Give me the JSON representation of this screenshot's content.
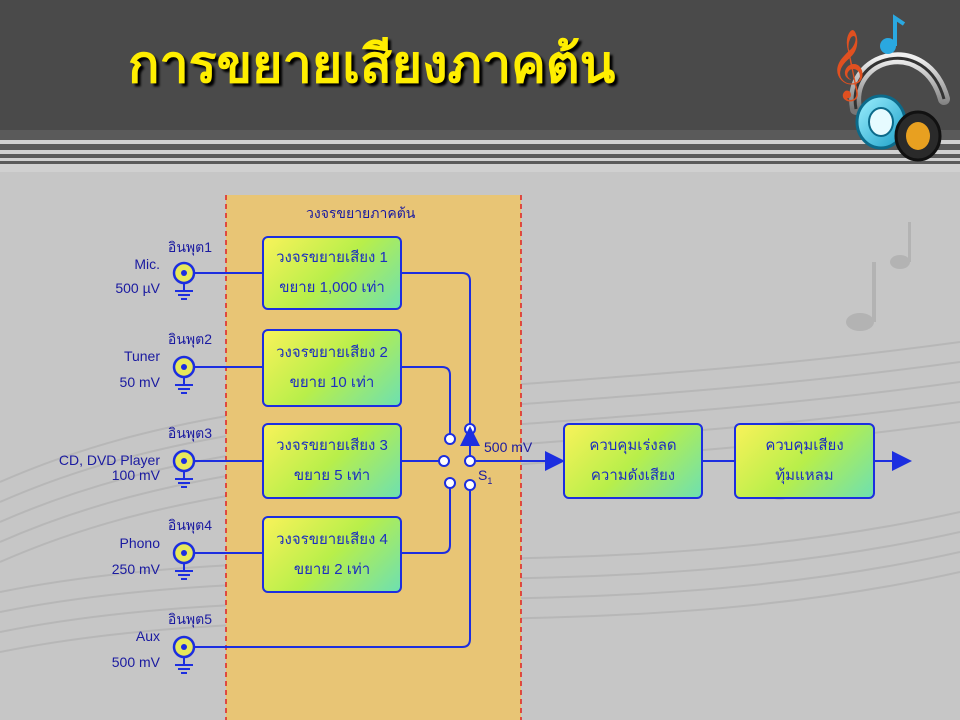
{
  "slide": {
    "title": "การขยายเสียงภาคต้น"
  },
  "region": {
    "label": "วงจรขยายภาคต้น"
  },
  "inputs": [
    {
      "title": "อินพุต1",
      "device": "Mic.",
      "level": "500 µV"
    },
    {
      "title": "อินพุต2",
      "device": "Tuner",
      "level": "50 mV"
    },
    {
      "title": "อินพุต3",
      "device": "CD, DVD Player",
      "level": "100 mV"
    },
    {
      "title": "อินพุต4",
      "device": "Phono",
      "level": "250 mV"
    },
    {
      "title": "อินพุต5",
      "device": "Aux",
      "level": "500 mV"
    }
  ],
  "amplifiers": [
    {
      "line1": "วงจรขยายเสียง 1",
      "line2": "ขยาย 1,000 เท่า"
    },
    {
      "line1": "วงจรขยายเสียง 2",
      "line2": "ขยาย 10 เท่า"
    },
    {
      "line1": "วงจรขยายเสียง 3",
      "line2": "ขยาย 5 เท่า"
    },
    {
      "line1": "วงจรขยายเสียง 4",
      "line2": "ขยาย 2 เท่า"
    }
  ],
  "selector": {
    "label": "S",
    "subscript": "1",
    "output_level": "500 mV"
  },
  "volume_control": {
    "line1": "ควบคุมเร่งลด",
    "line2": "ความดังเสียง"
  },
  "tone_control": {
    "line1": "ควบคุมเสียง",
    "line2": "ทุ้มแหลม"
  },
  "colors": {
    "header": "#4a4a4a",
    "title": "#ffee00",
    "region": "#e8c575",
    "wire": "#1c2ee0",
    "region_border": "#e02020"
  }
}
